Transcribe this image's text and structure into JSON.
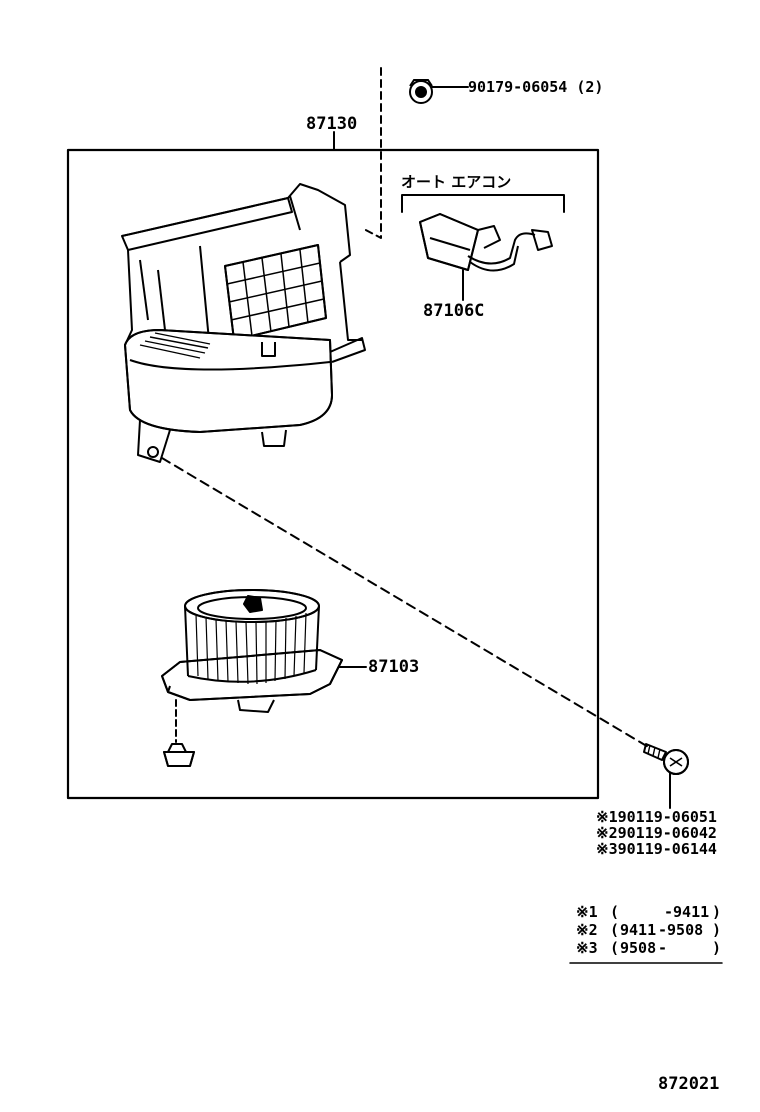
{
  "parts": {
    "unit_assembly": "87130",
    "grommet_nut": "90179-06054 (2)",
    "auto_ac_group": "オート エアコン",
    "sensor_module": "87106C",
    "blower_motor": "87103",
    "screw_options": [
      {
        "mark": "※1",
        "number": "90119-06051"
      },
      {
        "mark": "※2",
        "number": "90119-06042"
      },
      {
        "mark": "※3",
        "number": "90119-06144"
      }
    ]
  },
  "legend": [
    {
      "mark": "※1",
      "open": "(",
      "from": "",
      "to": "-9411",
      "close": ")"
    },
    {
      "mark": "※2",
      "open": "(",
      "from": "9411",
      "to": "-9508",
      "close": ")"
    },
    {
      "mark": "※3",
      "open": "(",
      "from": "9508",
      "to": "-",
      "close": ")"
    }
  ],
  "diagram_id": "872021",
  "icons": [
    "nut-icon",
    "screw-icon",
    "clip-icon"
  ]
}
